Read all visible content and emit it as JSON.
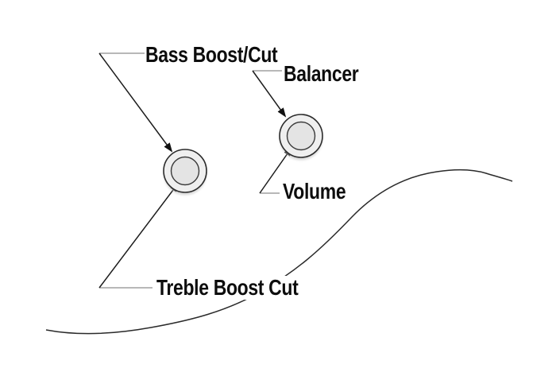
{
  "diagram": {
    "title": "bass-controls-diagram",
    "background_color": "#ffffff",
    "outline_color": "#2a2a2a",
    "arrow_color": "#1c1c1c",
    "leader_color": "#707070",
    "text_color": "#0d0d0d",
    "knob_outer_fill": "#efefef",
    "knob_inner_fill": "#e4e4e4",
    "labels": {
      "bass": "Bass Boost/Cut",
      "balancer": "Balancer",
      "volume": "Volume",
      "treble": "Treble Boost Cut"
    },
    "knobs": [
      {
        "name": "bass-treble-stacked-knob"
      },
      {
        "name": "balancer-volume-stacked-knob"
      }
    ]
  }
}
